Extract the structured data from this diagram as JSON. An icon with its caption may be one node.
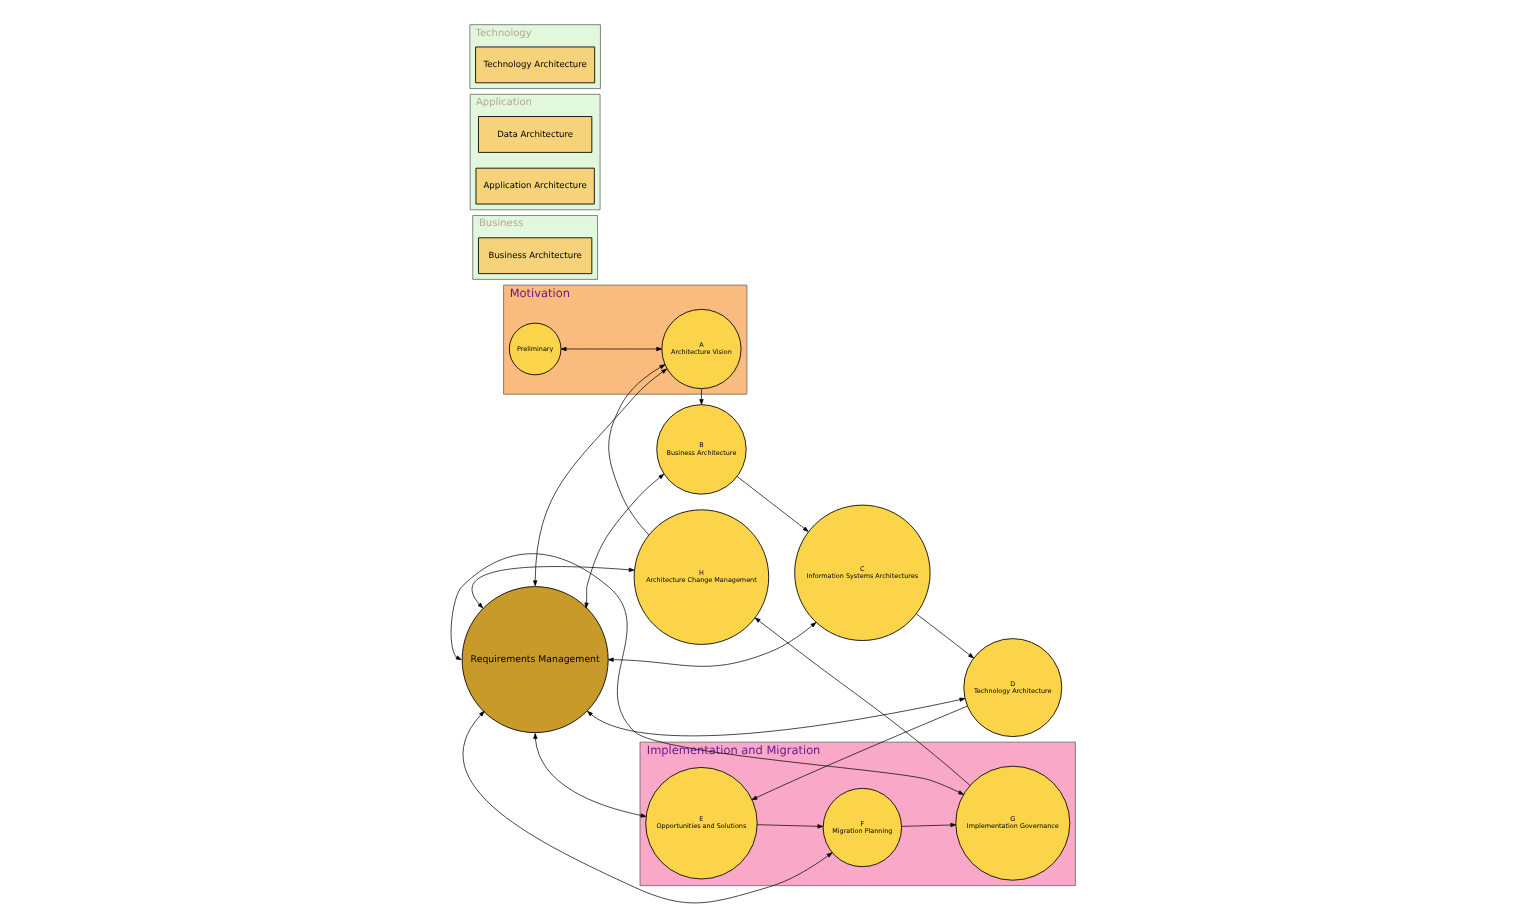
{
  "diagram": {
    "nodes": [
      {
        "text": [
          "Motivation"
        ]
      },
      {
        "text": [
          "Preliminary"
        ],
        "in": 0
      },
      {
        "text": [
          "A",
          "Architecture Vision"
        ],
        "in": 0
      },
      {
        "text": [
          "H",
          "Architecture Change Management"
        ]
      },
      {
        "text": [
          "B",
          "Business Architecture"
        ]
      },
      {
        "text": [
          "Implementation and Migration"
        ]
      },
      {
        "text": [
          "G",
          "Implementation Governance"
        ],
        "in": 5
      },
      {
        "text": [
          "Requirements Management"
        ]
      },
      {
        "text": [
          "C",
          "Information Systems Architectures"
        ]
      },
      {
        "text": [
          "F",
          "Migration Planning"
        ],
        "in": 5
      },
      {
        "text": [
          "E",
          "Opportunities and Solutions"
        ],
        "in": 5
      },
      {
        "text": [
          "D",
          "Technology Architecture"
        ]
      },
      {
        "text": [
          "Business"
        ]
      },
      {
        "text": [
          "Business Architecture"
        ],
        "in": 12
      },
      {
        "text": [
          "Application"
        ]
      },
      {
        "text": [
          "Data Architecture"
        ],
        "in": 14
      },
      {
        "text": [
          "Application Architecture"
        ],
        "in": 14
      },
      {
        "text": [
          "Technology"
        ]
      },
      {
        "text": [
          "Technology Architecture"
        ],
        "in": 17
      }
    ],
    "edges": [
      {
        "from": 1,
        "to": 2,
        "arrow": "both"
      },
      {
        "from": 3,
        "to": 2,
        "arrow": "to"
      },
      {
        "from": 2,
        "to": 4,
        "arrow": "to"
      },
      {
        "from": 4,
        "to": 8,
        "arrow": "to"
      },
      {
        "from": 8,
        "to": 11,
        "arrow": "to"
      },
      {
        "from": 11,
        "to": 10,
        "arrow": "to"
      },
      {
        "from": 10,
        "to": 9,
        "arrow": "to"
      },
      {
        "from": 9,
        "to": 6,
        "arrow": "to"
      },
      {
        "from": 6,
        "to": 3,
        "arrow": "to"
      },
      {
        "from": 7,
        "to": 2,
        "arrow": "both"
      },
      {
        "from": 7,
        "to": 4,
        "arrow": "both"
      },
      {
        "from": 7,
        "to": 8,
        "arrow": "both"
      },
      {
        "from": 7,
        "to": 11,
        "arrow": "both"
      },
      {
        "from": 7,
        "to": 10,
        "arrow": "both"
      },
      {
        "from": 7,
        "to": 9,
        "arrow": "both"
      },
      {
        "from": 7,
        "to": 6,
        "arrow": "both"
      },
      {
        "from": 7,
        "to": 3,
        "arrow": "both"
      }
    ]
  }
}
